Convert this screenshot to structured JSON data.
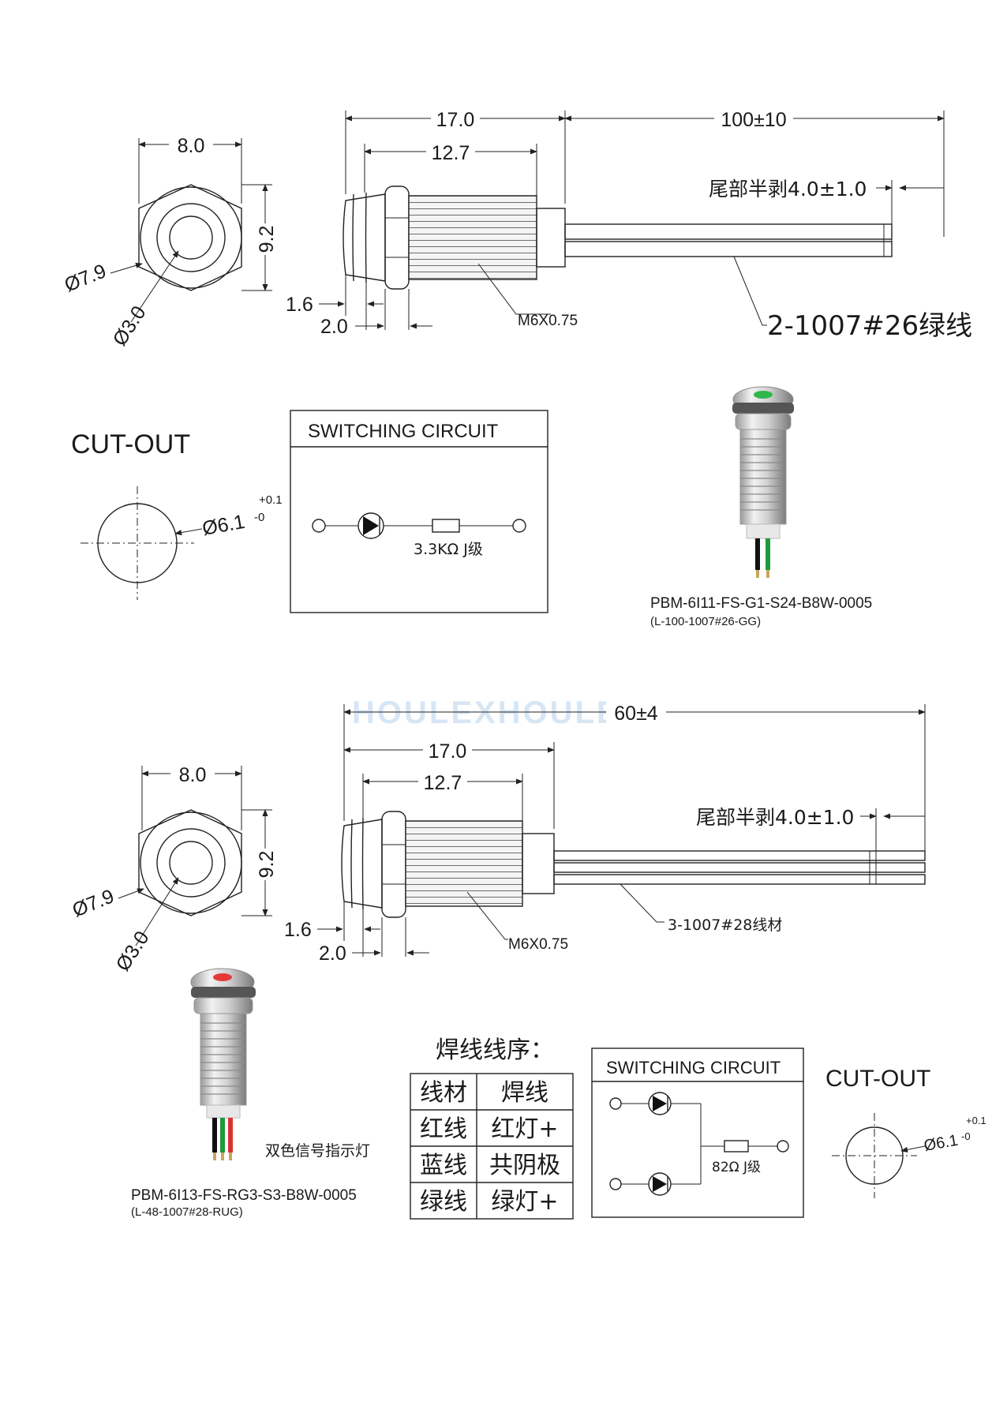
{
  "top": {
    "front": {
      "width": "8.0",
      "height": "9.2",
      "outer_dia": "Ø7.9",
      "inner_dia": "Ø3.0"
    },
    "side": {
      "total_len": "17.0",
      "thread_len": "12.7",
      "wire_len": "100±10",
      "strip": "尾部半剥4.0±1.0",
      "d1": "1.6",
      "d2": "2.0",
      "thread": "M6X0.75",
      "wire": "2-1007#26绿线"
    },
    "cutout": {
      "title": "CUT-OUT",
      "dia": "Ø6.1",
      "tol_plus": "+0.1",
      "tol_minus": "-0"
    },
    "circuit": {
      "title": "SWITCHING CIRCUIT",
      "resistor": "3.3KΩ J级"
    },
    "product": {
      "part": "PBM-6I11-FS-G1-S24-B8W-0005",
      "sub": "(L-100-1007#26-GG)",
      "led_color": "#2eb84a"
    }
  },
  "watermark": "HOULEXHOULEX",
  "bottom": {
    "front": {
      "width": "8.0",
      "height": "9.2",
      "outer_dia": "Ø7.9",
      "inner_dia": "Ø3.0"
    },
    "side": {
      "wire_len": "60±4",
      "total_len": "17.0",
      "thread_len": "12.7",
      "strip": "尾部半剥4.0±1.0",
      "d1": "1.6",
      "d2": "2.0",
      "thread": "M6X0.75",
      "wire": "3-1007#28线材"
    },
    "product": {
      "label": "双色信号指示灯",
      "part": "PBM-6I13-FS-RG3-S3-B8W-0005",
      "sub": "(L-48-1007#28-RUG)",
      "led_color": "#e53a3a"
    },
    "table": {
      "title": "焊线线序：",
      "header": [
        "线材",
        "焊线"
      ],
      "rows": [
        [
          "红线",
          "红灯+"
        ],
        [
          "蓝线",
          "共阴极"
        ],
        [
          "绿线",
          "绿灯+"
        ]
      ]
    },
    "circuit": {
      "title": "SWITCHING CIRCUIT",
      "resistor": "82Ω J级"
    },
    "cutout": {
      "title": "CUT-OUT",
      "dia": "Ø6.1",
      "tol_plus": "+0.1",
      "tol_minus": "-0"
    }
  }
}
